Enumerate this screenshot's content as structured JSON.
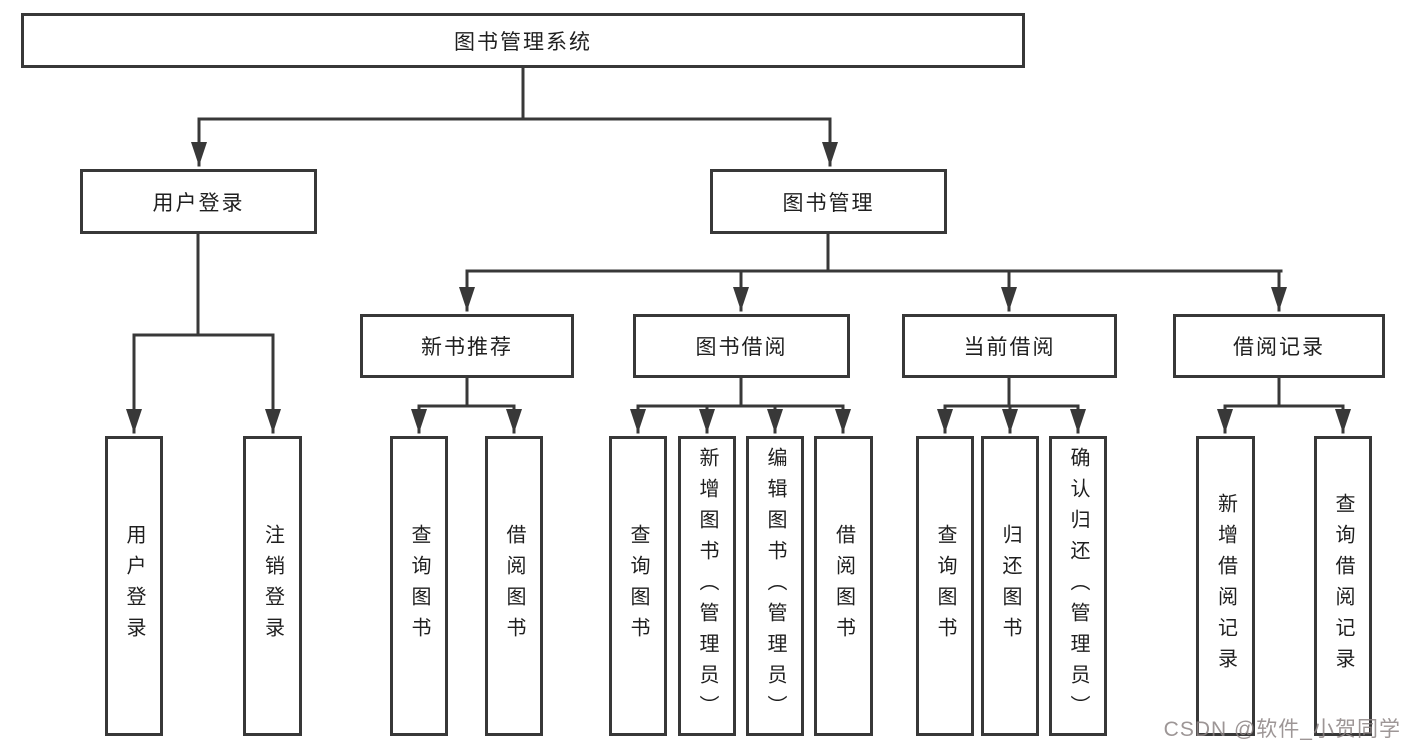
{
  "diagram": {
    "root": "图书管理系统",
    "level2": [
      "用户登录",
      "图书管理"
    ],
    "level3": [
      "新书推荐",
      "图书借阅",
      "当前借阅",
      "借阅记录"
    ],
    "leaves": {
      "user": [
        "用户登录",
        "注销登录"
      ],
      "newbook": [
        "查询图书",
        "借阅图书"
      ],
      "borrow": [
        "查询图书",
        "新增图书（管理员）",
        "编辑图书（管理员）",
        "借阅图书"
      ],
      "current": [
        "查询图书",
        "归还图书",
        "确认归还（管理员）"
      ],
      "records": [
        "新增借阅记录",
        "查询借阅记录"
      ]
    },
    "colors": {
      "line": "#383838",
      "text": "#1f1f1f",
      "watermark": "#8c8484",
      "background": "#ffffff"
    }
  },
  "watermark": "CSDN @软件_小贺同学"
}
